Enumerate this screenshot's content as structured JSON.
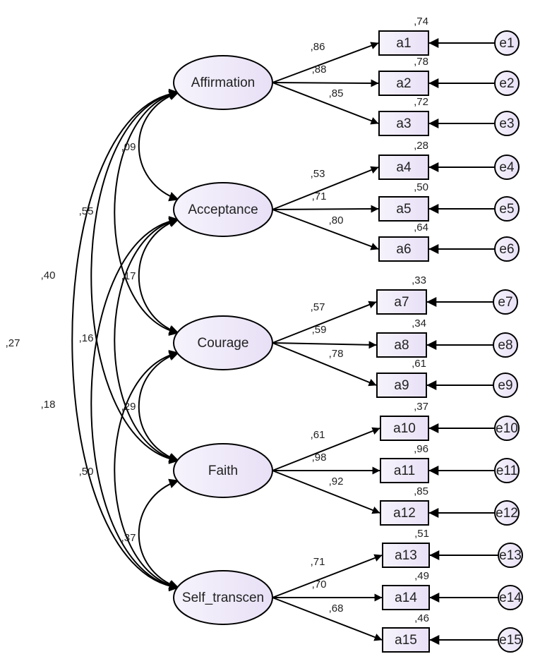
{
  "colors": {
    "fill": "#ece6f7",
    "fill_light": "#f6f3fc",
    "stroke": "#000000"
  },
  "factors": [
    {
      "id": "affirmation",
      "label": "Affirmation"
    },
    {
      "id": "acceptance",
      "label": "Acceptance"
    },
    {
      "id": "courage",
      "label": "Courage"
    },
    {
      "id": "faith",
      "label": "Faith"
    },
    {
      "id": "self_transcen",
      "label": "Self_transcen"
    }
  ],
  "indicators": [
    {
      "label": "a1",
      "factor": 0,
      "loading": ",86",
      "r2": ",74",
      "error": "e1"
    },
    {
      "label": "a2",
      "factor": 0,
      "loading": ",88",
      "r2": ",78",
      "error": "e2"
    },
    {
      "label": "a3",
      "factor": 0,
      "loading": ",85",
      "r2": ",72",
      "error": "e3"
    },
    {
      "label": "a4",
      "factor": 1,
      "loading": ",53",
      "r2": ",28",
      "error": "e4"
    },
    {
      "label": "a5",
      "factor": 1,
      "loading": ",71",
      "r2": ",50",
      "error": "e5"
    },
    {
      "label": "a6",
      "factor": 1,
      "loading": ",80",
      "r2": ",64",
      "error": "e6"
    },
    {
      "label": "a7",
      "factor": 2,
      "loading": ",57",
      "r2": ",33",
      "error": "e7"
    },
    {
      "label": "a8",
      "factor": 2,
      "loading": ",59",
      "r2": ",34",
      "error": "e8"
    },
    {
      "label": "a9",
      "factor": 2,
      "loading": ",78",
      "r2": ",61",
      "error": "e9"
    },
    {
      "label": "a10",
      "factor": 3,
      "loading": ",61",
      "r2": ",37",
      "error": "e10"
    },
    {
      "label": "a11",
      "factor": 3,
      "loading": ",98",
      "r2": ",96",
      "error": "e11"
    },
    {
      "label": "a12",
      "factor": 3,
      "loading": ",92",
      "r2": ",85",
      "error": "e12"
    },
    {
      "label": "a13",
      "factor": 4,
      "loading": ",71",
      "r2": ",51",
      "error": "e13"
    },
    {
      "label": "a14",
      "factor": 4,
      "loading": ",70",
      "r2": ",49",
      "error": "e14"
    },
    {
      "label": "a15",
      "factor": 4,
      "loading": ",68",
      "r2": ",46",
      "error": "e15"
    }
  ],
  "correlations": [
    {
      "from": 0,
      "to": 1,
      "value": ",09"
    },
    {
      "from": 1,
      "to": 2,
      "value": ",17"
    },
    {
      "from": 2,
      "to": 3,
      "value": ",29"
    },
    {
      "from": 3,
      "to": 4,
      "value": ",37"
    },
    {
      "from": 0,
      "to": 2,
      "value": ",55"
    },
    {
      "from": 1,
      "to": 3,
      "value": ",16"
    },
    {
      "from": 2,
      "to": 4,
      "value": ",50"
    },
    {
      "from": 0,
      "to": 3,
      "value": ",40"
    },
    {
      "from": 1,
      "to": 4,
      "value": ",18"
    },
    {
      "from": 0,
      "to": 4,
      "value": ",27"
    }
  ]
}
